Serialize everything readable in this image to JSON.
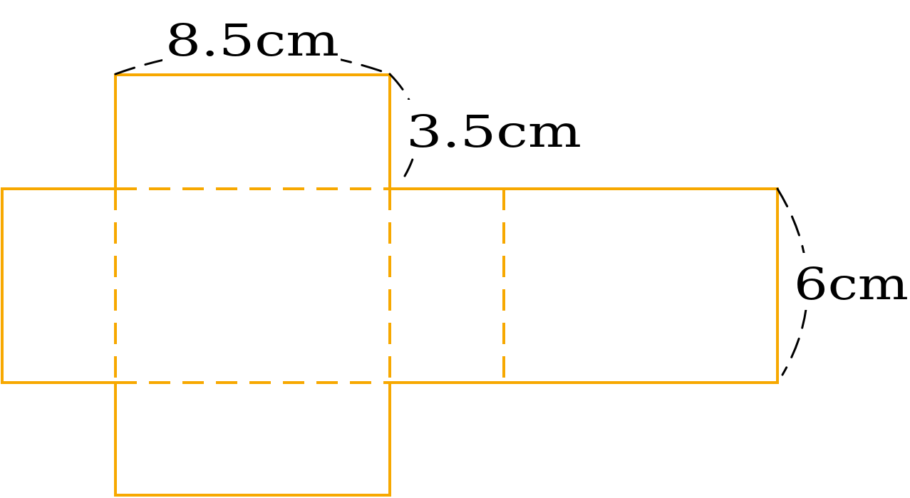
{
  "colors": {
    "net": "#f7a800",
    "dimension": "#000000"
  },
  "labels": {
    "length": "8.5cm",
    "width": "3.5cm",
    "height": "6cm"
  }
}
